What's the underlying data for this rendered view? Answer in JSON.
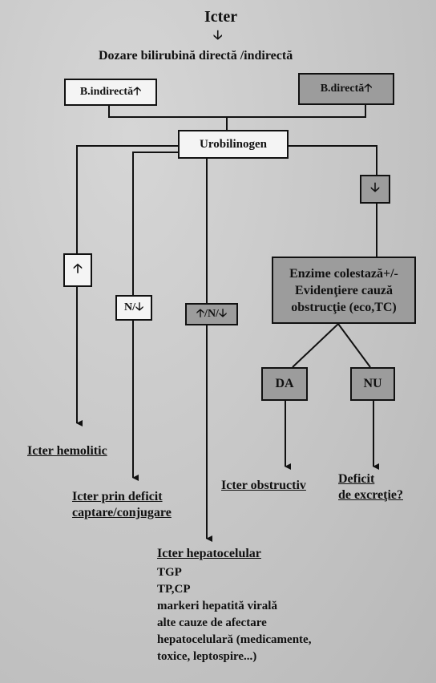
{
  "title": "Icter",
  "title_arrow": "🡣",
  "subtitle": "Dozare bilirubină directă /indirectă",
  "boxes": {
    "indirect": "B.indirectă🡡",
    "direct": "B.directă🡡",
    "urobilinogen": "Urobilinogen",
    "up": "🡡",
    "n_down": "N/🡣",
    "up_n_down": "🡡/N/🡣",
    "down": "🡣",
    "enzyme_lines": [
      "Enzime colestază+/-",
      "Evidenţiere cauză",
      "obstrucţie (eco,TC)"
    ],
    "da": "DA",
    "nu": "NU"
  },
  "outcomes": {
    "hemolitic": "Icter  hemolitic",
    "deficit_lines": [
      "Icter prin deficit",
      "captare/conjugare"
    ],
    "obstructiv": "Icter obstructiv",
    "excretie_lines": [
      "Deficit",
      "de excreţie?"
    ],
    "hepatocelular": "Icter hepatocelular"
  },
  "hepatocelular_list": [
    "TGP",
    "TP,CP",
    "markeri hepatită virală",
    "alte cauze de afectare",
    "hepatocelulară (medicamente,",
    "toxice, leptospire...)"
  ],
  "colors": {
    "grey_box": "#9c9c9c",
    "white_box": "#f4f4f4",
    "ink": "#111111",
    "paper": "#c9c9c9"
  }
}
